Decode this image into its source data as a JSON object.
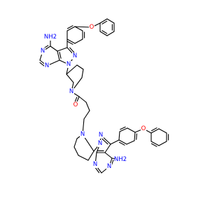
{
  "colors": {
    "bond": "#000000",
    "O": "#ff0000",
    "N": "#0000ff",
    "background": "#ffffff"
  },
  "labels": {
    "amine_top": "NH2",
    "amine_bottom": "NH2",
    "oxygen": "O",
    "nitrogen": "N"
  }
}
